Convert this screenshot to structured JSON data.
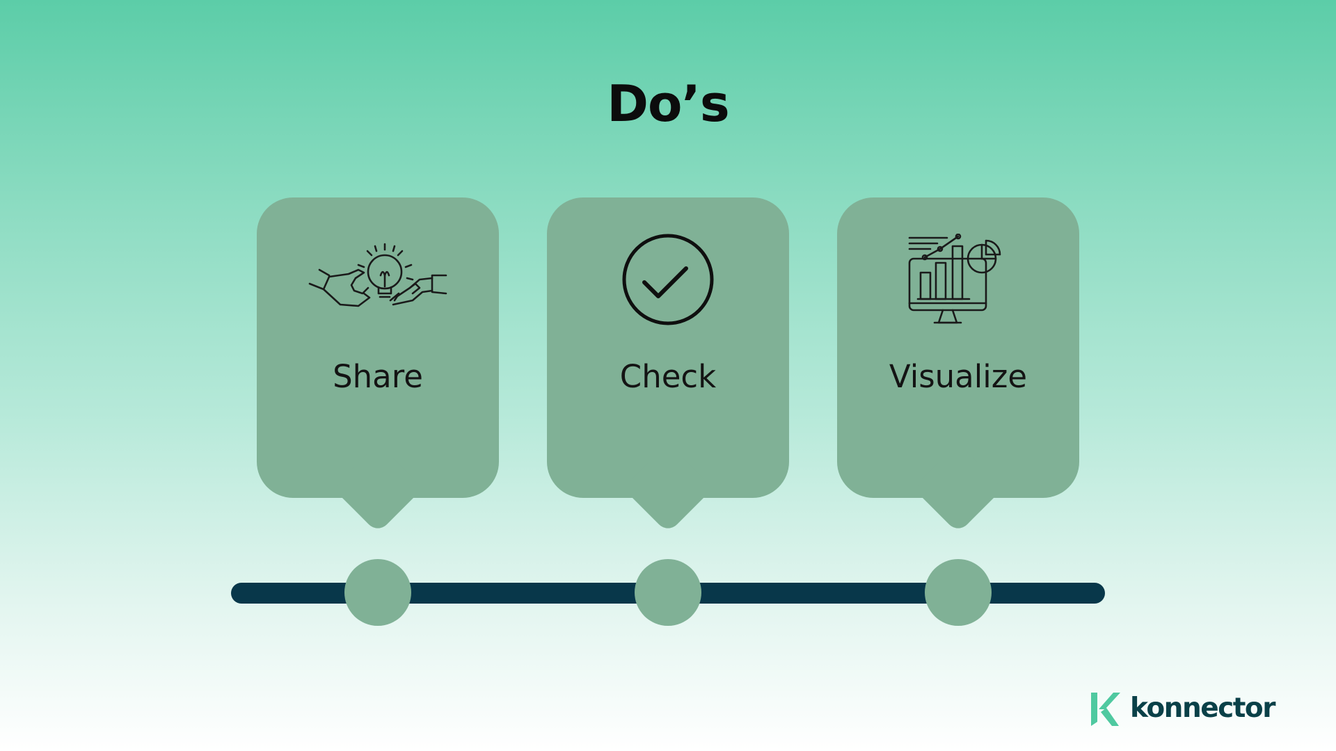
{
  "slide": {
    "title": "Do’s"
  },
  "steps": [
    {
      "label": "Share",
      "icon": "handshake-lightbulb-icon"
    },
    {
      "label": "Check",
      "icon": "check-circle-icon"
    },
    {
      "label": "Visualize",
      "icon": "monitor-chart-icon"
    }
  ],
  "logo": {
    "text": "konnector",
    "icon": "konnector-k-logo-icon"
  },
  "colors": {
    "card": "#80b196",
    "track": "#08374a",
    "title": "#0c0c0c",
    "logo_mark": "#4fc9a0",
    "logo_text": "#0a4048"
  }
}
